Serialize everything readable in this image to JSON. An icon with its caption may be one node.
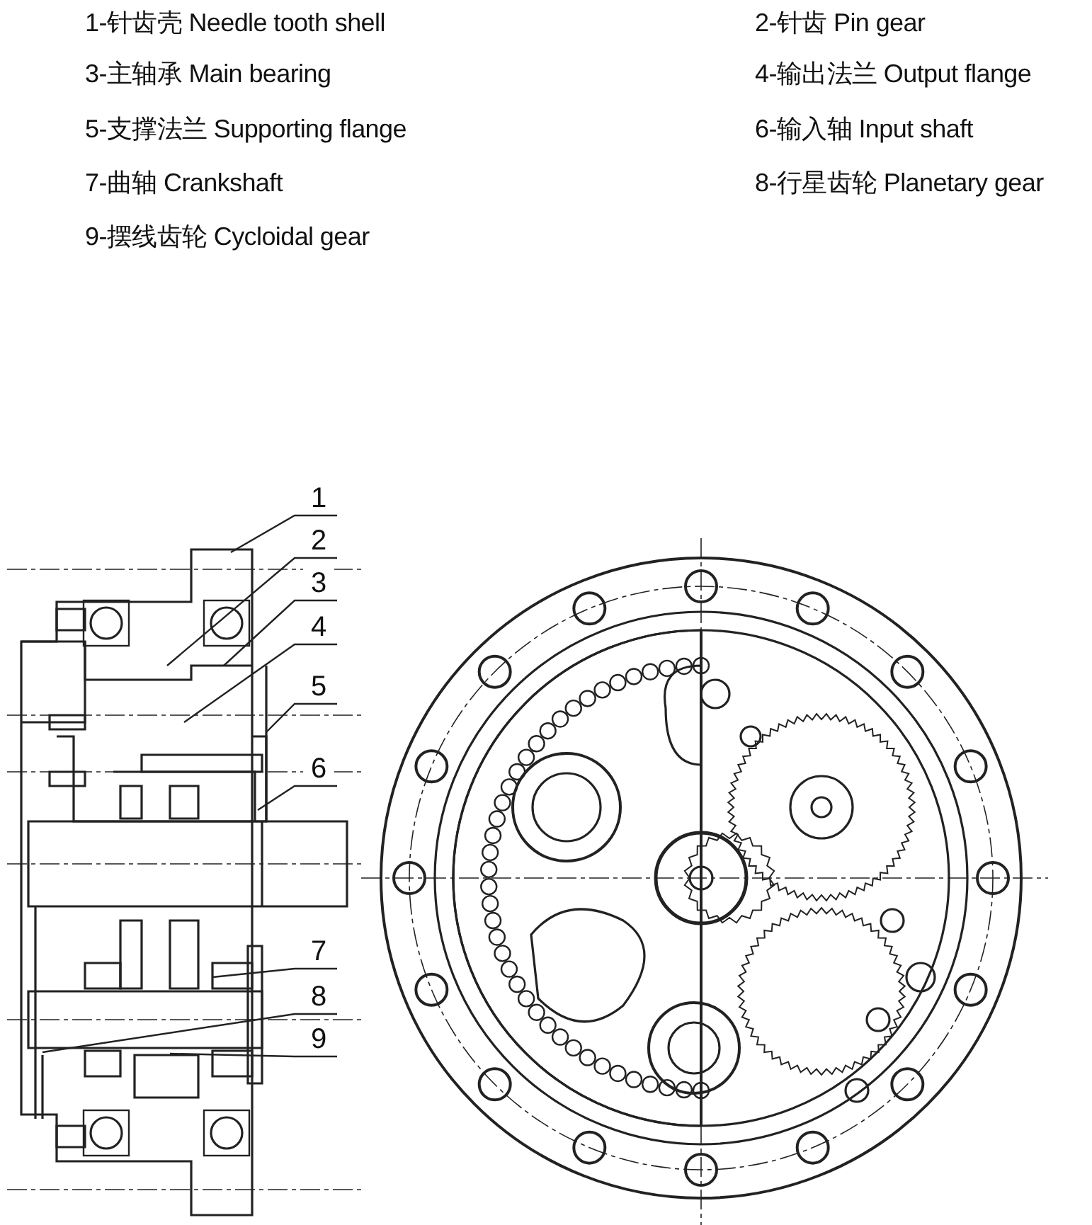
{
  "diagram": {
    "nodes": [
      {
        "text": [
          "1"
        ]
      },
      {
        "text": [
          "2"
        ]
      },
      {
        "text": [
          "3"
        ]
      },
      {
        "text": [
          "4"
        ]
      },
      {
        "text": [
          "5"
        ]
      },
      {
        "text": [
          "6"
        ]
      },
      {
        "text": [
          "7"
        ]
      },
      {
        "text": [
          "8"
        ]
      },
      {
        "text": [
          "9"
        ]
      }
    ],
    "edges": [
      {
        "from": 0,
        "to": null,
        "arrow": "none"
      },
      {
        "from": 1,
        "to": null,
        "arrow": "none"
      },
      {
        "from": 2,
        "to": null,
        "arrow": "none"
      },
      {
        "from": 3,
        "to": null,
        "arrow": "none"
      },
      {
        "from": 4,
        "to": null,
        "arrow": "none"
      },
      {
        "from": 5,
        "to": null,
        "arrow": "none"
      },
      {
        "from": 6,
        "to": null,
        "arrow": "none"
      },
      {
        "from": 7,
        "to": null,
        "arrow": "none"
      },
      {
        "from": 8,
        "to": null,
        "arrow": "none"
      }
    ],
    "labels": [
      "1-针齿壳 Needle tooth shell",
      "2-针齿 Pin gear",
      "3-主轴承 Main bearing",
      "4-输出法兰 Output flange",
      "5-支撑法兰 Supporting flange",
      "6-输入轴 Input shaft",
      "7-曲轴 Crankshaft",
      "8-行星齿轮 Planetary gear",
      "9-摆线齿轮 Cycloidal gear"
    ]
  }
}
